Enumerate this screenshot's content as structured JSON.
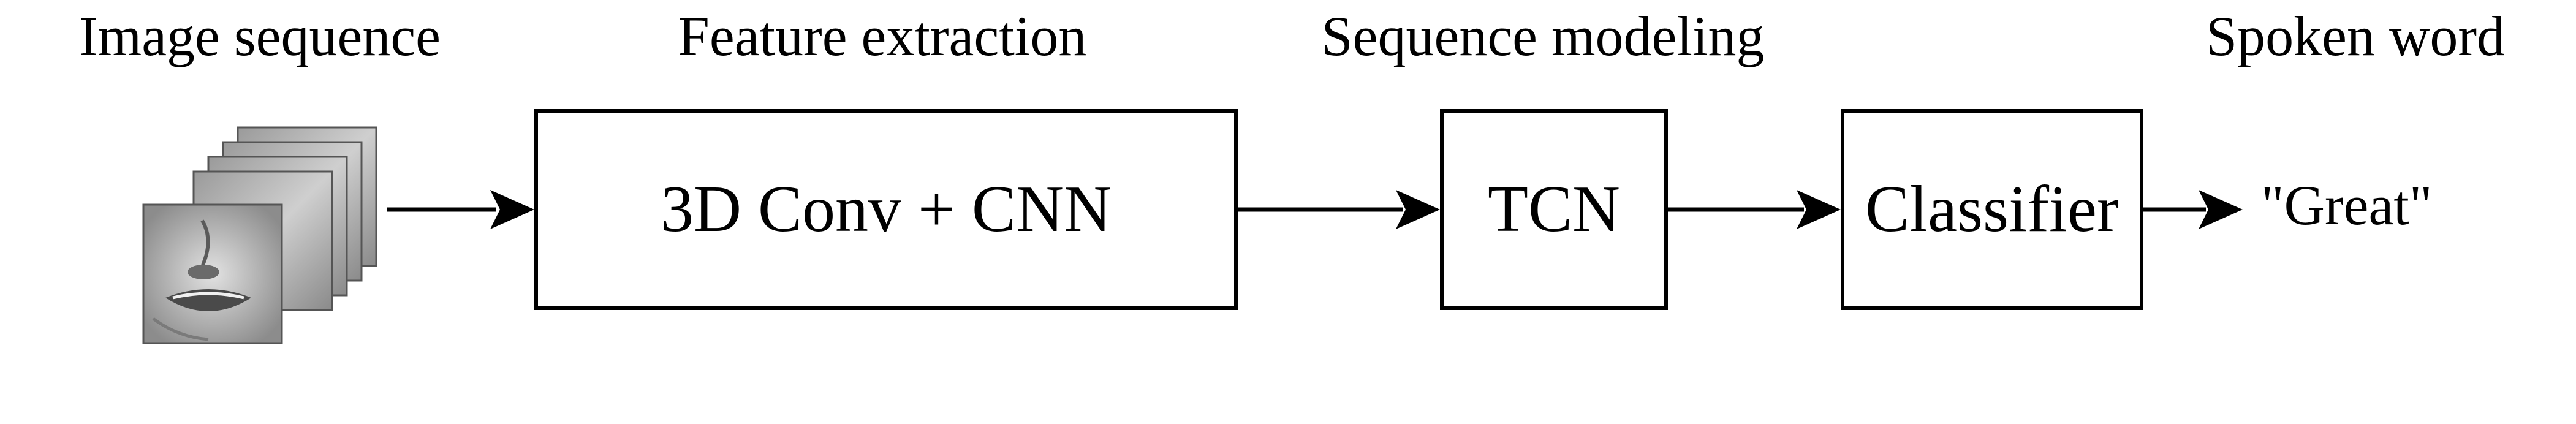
{
  "headings": {
    "input": "Image sequence",
    "features": "Feature extraction",
    "sequence": "Sequence modeling",
    "output": "Spoken word"
  },
  "blocks": {
    "frontend": "3D Conv + CNN",
    "temporal": "TCN",
    "classifier": "Classifier"
  },
  "output_word": "\"Great\"",
  "frames": {
    "count": 5,
    "content": "mouth-region grayscale image"
  }
}
